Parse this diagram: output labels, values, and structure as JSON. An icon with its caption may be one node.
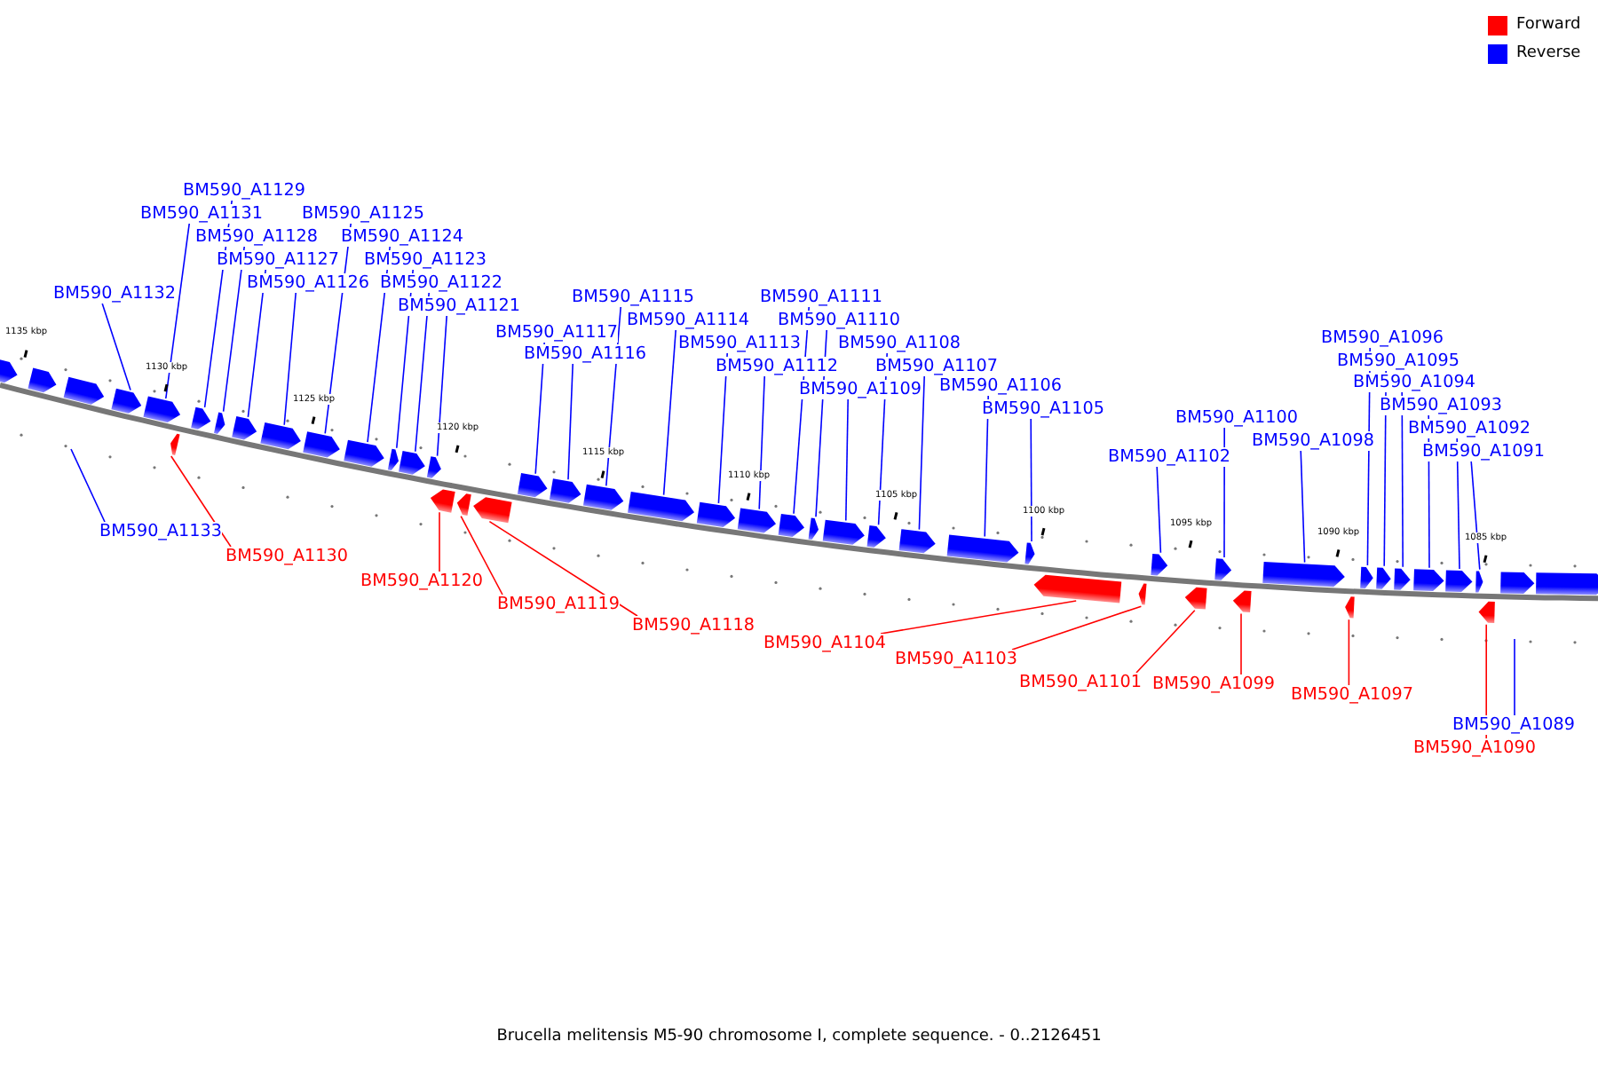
{
  "diagram": {
    "caption": "Brucella melitensis M5-90 chromosome I, complete sequence. - 0..2126451",
    "nodes": [
      {
        "text": [
          "BM590_A1129"
        ]
      },
      {
        "text": [
          "BM590_A1131"
        ]
      },
      {
        "text": [
          "BM590_A1128"
        ]
      },
      {
        "text": [
          "BM590_A1127"
        ]
      },
      {
        "text": [
          "BM590_A1126"
        ]
      },
      {
        "text": [
          "BM590_A1132"
        ]
      },
      {
        "text": [
          "BM590_A1125"
        ]
      },
      {
        "text": [
          "BM590_A1124"
        ]
      },
      {
        "text": [
          "BM590_A1123"
        ]
      },
      {
        "text": [
          "BM590_A1122"
        ]
      },
      {
        "text": [
          "BM590_A1121"
        ]
      },
      {
        "text": [
          "BM590_A1115"
        ]
      },
      {
        "text": [
          "BM590_A1117"
        ]
      },
      {
        "text": [
          "BM590_A1114"
        ]
      },
      {
        "text": [
          "BM590_A1116"
        ]
      },
      {
        "text": [
          "BM590_A1113"
        ]
      },
      {
        "text": [
          "BM590_A1111"
        ]
      },
      {
        "text": [
          "BM590_A1110"
        ]
      },
      {
        "text": [
          "BM590_A1108"
        ]
      },
      {
        "text": [
          "BM590_A1112"
        ]
      },
      {
        "text": [
          "BM590_A1107"
        ]
      },
      {
        "text": [
          "BM590_A1109"
        ]
      },
      {
        "text": [
          "BM590_A1106"
        ]
      },
      {
        "text": [
          "BM590_A1105"
        ]
      },
      {
        "text": [
          "BM590_A1096"
        ]
      },
      {
        "text": [
          "BM590_A1095"
        ]
      },
      {
        "text": [
          "BM590_A1094"
        ]
      },
      {
        "text": [
          "BM590_A1093"
        ]
      },
      {
        "text": [
          "BM590_A1100"
        ]
      },
      {
        "text": [
          "BM590_A1092"
        ]
      },
      {
        "text": [
          "BM590_A1098"
        ]
      },
      {
        "text": [
          "BM590_A1091"
        ]
      },
      {
        "text": [
          "BM590_A1102"
        ]
      },
      {
        "text": [
          "BM590_A1133"
        ]
      },
      {
        "text": [
          "BM590_A1130"
        ]
      },
      {
        "text": [
          "BM590_A1120"
        ]
      },
      {
        "text": [
          "BM590_A1119"
        ]
      },
      {
        "text": [
          "BM590_A1118"
        ]
      },
      {
        "text": [
          "BM590_A1104"
        ]
      },
      {
        "text": [
          "BM590_A1103"
        ]
      },
      {
        "text": [
          "BM590_A1101"
        ]
      },
      {
        "text": [
          "BM590_A1099"
        ]
      },
      {
        "text": [
          "BM590_A1097"
        ]
      },
      {
        "text": [
          "BM590_A1089"
        ]
      },
      {
        "text": [
          "BM590_A1090"
        ]
      },
      {
        "text": [],
        "shape": "pentagon"
      },
      {
        "text": [],
        "shape": "pentagon"
      },
      {
        "text": [],
        "shape": "pentagon"
      },
      {
        "text": [],
        "shape": "pentagon"
      },
      {
        "text": [],
        "shape": "pentagon"
      },
      {
        "text": [],
        "shape": "pentagon"
      },
      {
        "text": [],
        "shape": "pentagon"
      },
      {
        "text": [],
        "shape": "pentagon"
      },
      {
        "text": [],
        "shape": "pentagon"
      },
      {
        "text": [],
        "shape": "pentagon"
      },
      {
        "text": [],
        "shape": "pentagon"
      },
      {
        "text": [],
        "shape": "pentagon"
      },
      {
        "text": [],
        "shape": "pentagon"
      },
      {
        "text": [],
        "shape": "pentagon"
      },
      {
        "text": [],
        "shape": "pentagon"
      },
      {
        "text": [],
        "shape": "pentagon"
      },
      {
        "text": [],
        "shape": "pentagon"
      },
      {
        "text": [],
        "shape": "pentagon"
      },
      {
        "text": [],
        "shape": "pentagon"
      },
      {
        "text": [],
        "shape": "pentagon"
      },
      {
        "text": [],
        "shape": "pentagon"
      },
      {
        "text": [],
        "shape": "pentagon"
      },
      {
        "text": [],
        "shape": "pentagon"
      },
      {
        "text": [],
        "shape": "pentagon"
      },
      {
        "text": [],
        "shape": "pentagon"
      },
      {
        "text": [],
        "shape": "pentagon"
      },
      {
        "text": [],
        "shape": "pentagon"
      },
      {
        "text": [],
        "shape": "pentagon"
      },
      {
        "text": [],
        "shape": "pentagon"
      },
      {
        "text": [],
        "shape": "pentagon"
      },
      {
        "text": [],
        "shape": "pentagon"
      },
      {
        "text": [],
        "shape": "pentagon"
      },
      {
        "text": [],
        "shape": "pentagon"
      },
      {
        "text": [],
        "shape": "pentagon"
      },
      {
        "text": [],
        "shape": "pentagon"
      },
      {
        "text": [],
        "shape": "pentagon"
      },
      {
        "text": [],
        "shape": "pentagon"
      },
      {
        "text": [],
        "shape": "pentagon"
      },
      {
        "text": [],
        "shape": "pentagon"
      },
      {
        "text": [],
        "shape": "pentagon"
      },
      {
        "text": [],
        "shape": "pentagon"
      },
      {
        "text": [],
        "shape": "pentagon"
      },
      {
        "text": [],
        "shape": "pentagon"
      },
      {
        "text": [],
        "shape": "pentagon"
      },
      {
        "text": [],
        "shape": "pentagon"
      },
      {
        "text": [],
        "shape": "pentagon"
      },
      {
        "text": [],
        "shape": "pentagon"
      },
      {
        "text": [],
        "shape": "pentagon"
      }
    ],
    "edges": [
      {
        "from": 0,
        "to": 51,
        "arrow": "none"
      },
      {
        "from": 1,
        "to": 49,
        "arrow": "none"
      },
      {
        "from": 2,
        "to": 52,
        "arrow": "none"
      },
      {
        "from": 3,
        "to": 53,
        "arrow": "none"
      },
      {
        "from": 4,
        "to": 54,
        "arrow": "none"
      },
      {
        "from": 5,
        "to": 48,
        "arrow": "none"
      },
      {
        "from": 6,
        "to": 55,
        "arrow": "none"
      },
      {
        "from": 7,
        "to": 56,
        "arrow": "none"
      },
      {
        "from": 8,
        "to": 57,
        "arrow": "none"
      },
      {
        "from": 9,
        "to": 58,
        "arrow": "none"
      },
      {
        "from": 10,
        "to": 59,
        "arrow": "none"
      },
      {
        "from": 11,
        "to": 65,
        "arrow": "none"
      },
      {
        "from": 12,
        "to": 63,
        "arrow": "none"
      },
      {
        "from": 13,
        "to": 66,
        "arrow": "none"
      },
      {
        "from": 14,
        "to": 64,
        "arrow": "none"
      },
      {
        "from": 15,
        "to": 67,
        "arrow": "none"
      },
      {
        "from": 16,
        "to": 69,
        "arrow": "none"
      },
      {
        "from": 17,
        "to": 70,
        "arrow": "none"
      },
      {
        "from": 18,
        "to": 72,
        "arrow": "none"
      },
      {
        "from": 19,
        "to": 68,
        "arrow": "none"
      },
      {
        "from": 20,
        "to": 73,
        "arrow": "none"
      },
      {
        "from": 21,
        "to": 71,
        "arrow": "none"
      },
      {
        "from": 22,
        "to": 74,
        "arrow": "none"
      },
      {
        "from": 23,
        "to": 75,
        "arrow": "none"
      },
      {
        "from": 24,
        "to": 84,
        "arrow": "none"
      },
      {
        "from": 25,
        "to": 85,
        "arrow": "none"
      },
      {
        "from": 26,
        "to": 86,
        "arrow": "none"
      },
      {
        "from": 27,
        "to": 87,
        "arrow": "none"
      },
      {
        "from": 28,
        "to": 80,
        "arrow": "none"
      },
      {
        "from": 29,
        "to": 88,
        "arrow": "none"
      },
      {
        "from": 30,
        "to": 82,
        "arrow": "none"
      },
      {
        "from": 31,
        "to": 89,
        "arrow": "none"
      },
      {
        "from": 32,
        "to": 78,
        "arrow": "none"
      },
      {
        "from": 33,
        "to": null,
        "arrow": "none"
      },
      {
        "from": 34,
        "to": 50,
        "arrow": "none",
        "color": "#ff0000"
      },
      {
        "from": 35,
        "to": 60,
        "arrow": "none",
        "color": "#ff0000"
      },
      {
        "from": 36,
        "to": 61,
        "arrow": "none",
        "color": "#ff0000"
      },
      {
        "from": 37,
        "to": 62,
        "arrow": "none",
        "color": "#ff0000"
      },
      {
        "from": 38,
        "to": 76,
        "arrow": "none",
        "color": "#ff0000"
      },
      {
        "from": 39,
        "to": 77,
        "arrow": "none",
        "color": "#ff0000"
      },
      {
        "from": 40,
        "to": 79,
        "arrow": "none",
        "color": "#ff0000"
      },
      {
        "from": 41,
        "to": 81,
        "arrow": "none",
        "color": "#ff0000"
      },
      {
        "from": 42,
        "to": 83,
        "arrow": "none",
        "color": "#ff0000"
      },
      {
        "from": 43,
        "to": null,
        "arrow": "none"
      },
      {
        "from": 44,
        "to": 90,
        "arrow": "none",
        "color": "#ff0000"
      }
    ],
    "labels": [
      "1135 kbp",
      "1130 kbp",
      "1125 kbp",
      "1120 kbp",
      "1115 kbp",
      "1110 kbp",
      "1105 kbp",
      "1100 kbp",
      "1095 kbp",
      "1090 kbp",
      "1085 kbp"
    ],
    "legend": [
      {
        "text": "Forward",
        "color": "#ff0000"
      },
      {
        "text": "Reverse",
        "color": "#0000ff"
      }
    ]
  }
}
